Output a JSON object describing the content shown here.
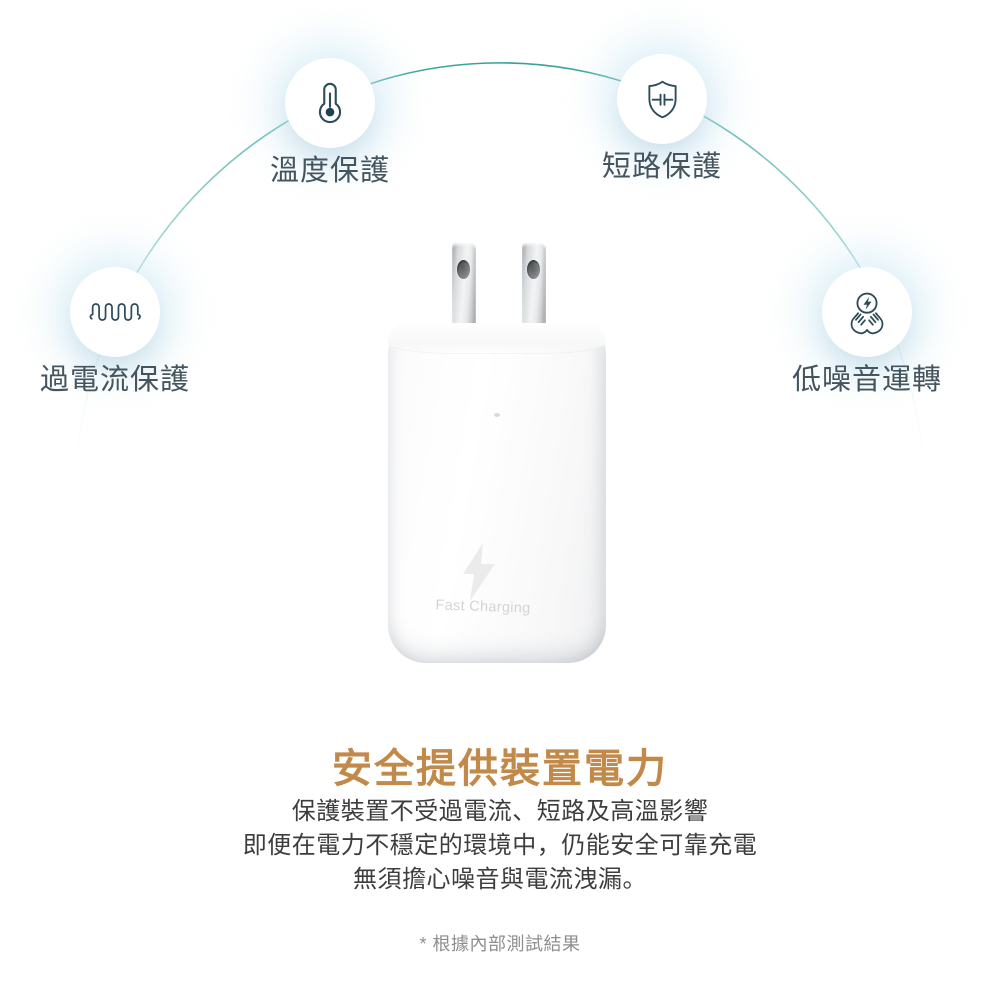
{
  "features": [
    {
      "id": "temperature",
      "label": "溫度保護",
      "icon": "thermometer-icon"
    },
    {
      "id": "short-circuit",
      "label": "短路保護",
      "icon": "shield-capacitor-icon"
    },
    {
      "id": "overcurrent",
      "label": "過電流保護",
      "icon": "current-wave-icon"
    },
    {
      "id": "low-noise",
      "label": "低噪音運轉",
      "icon": "hands-energy-icon"
    }
  ],
  "product": {
    "badge_text": "Fast Charging",
    "badge_icon": "lightning-bolt-icon"
  },
  "headline": {
    "title": "安全提供裝置電力"
  },
  "description": {
    "line1": "保護裝置不受過電流、短路及高溫影響",
    "line2": "即便在電力不穩定的環境中，仍能安全可靠充電",
    "line3": "無須擔心噪音與電流洩漏。"
  },
  "footnote": "* 根據內部測試結果",
  "colors": {
    "arc_teal": "#3aa69d",
    "icon_stroke": "#2d4b58",
    "label_text": "#44555f",
    "title_orange": "#c28a4a",
    "body_text": "#3d3d3d",
    "footnote_gray": "#8e8e8e"
  }
}
